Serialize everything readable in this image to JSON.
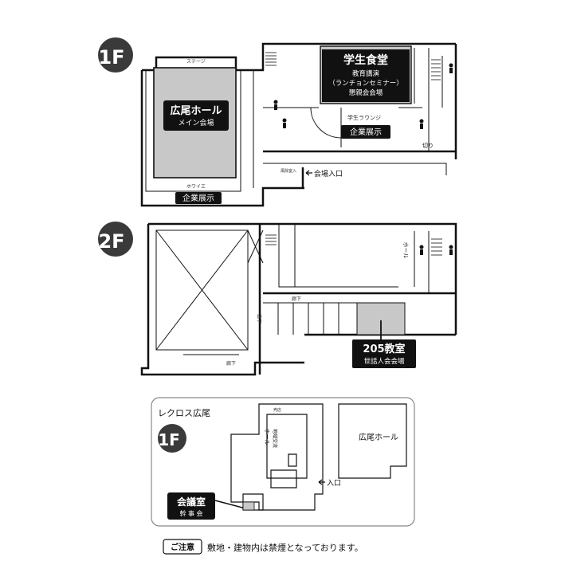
{
  "floor_badges": {
    "first": "1F",
    "second": "2F",
    "recross": "1F"
  },
  "floor1": {
    "hall_title": "広尾ホール",
    "hall_subtitle": "メイン会場",
    "stage": "ステージ",
    "foyer": "ホワイエ",
    "exhibit_left": "企業展示",
    "cafeteria_title": "学生食堂",
    "cafeteria_line1": "教育講演",
    "cafeteria_line2": "（ランチョンセミナー）",
    "cafeteria_line3": "懇親会会場",
    "lounge": "学生ラウンジ",
    "exhibit_right": "企業展示",
    "storage": "風除室入",
    "entrance": "会場入口",
    "cut": "切り"
  },
  "floor2": {
    "hall_label": "ホール",
    "corridor1": "廊下",
    "corridor2": "廊下",
    "corridor3": "廊下",
    "room_title": "205教室",
    "room_subtitle": "世話人会会場"
  },
  "recross": {
    "title": "レクロス広尾",
    "hall_vertical": "ホール",
    "community": "地域交流",
    "bar": "売店",
    "entrance": "入口",
    "kaigi_title": "会議室",
    "kaigi_subtitle": "幹 事 会",
    "hiroo_hall": "広尾ホール"
  },
  "notice": {
    "badge": "ご注意",
    "text": "敷地・建物内は禁煙となっております。"
  }
}
